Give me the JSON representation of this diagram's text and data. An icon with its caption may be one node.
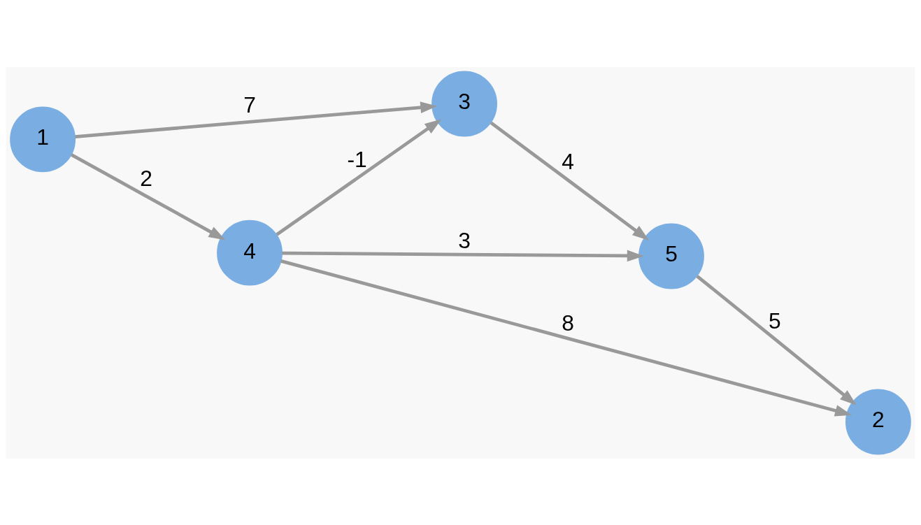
{
  "diagram": {
    "nodes": [
      {
        "text": [
          "3"
        ]
      },
      {
        "text": [
          "5"
        ]
      },
      {
        "text": [
          "1"
        ]
      },
      {
        "text": [
          "4"
        ]
      },
      {
        "text": [
          "2"
        ]
      }
    ],
    "edges": [
      {
        "from": 2,
        "to": 0,
        "arrow": "to",
        "label": "7"
      },
      {
        "from": 2,
        "to": 3,
        "arrow": "to",
        "label": "2"
      },
      {
        "from": 3,
        "to": 0,
        "arrow": "to",
        "label": "-1"
      },
      {
        "from": 0,
        "to": 1,
        "arrow": "to",
        "label": "4"
      },
      {
        "from": 3,
        "to": 1,
        "arrow": "to",
        "label": "3"
      },
      {
        "from": 1,
        "to": 4,
        "arrow": "to",
        "label": "5"
      },
      {
        "from": 3,
        "to": 4,
        "arrow": "to",
        "label": "8"
      }
    ]
  }
}
